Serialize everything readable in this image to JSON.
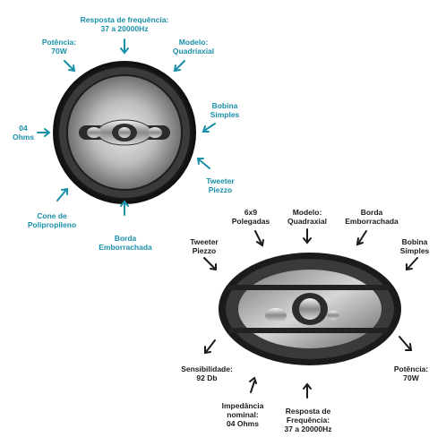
{
  "round_speaker": {
    "labels": {
      "freq_line1": "Resposta de frequência:",
      "freq_line2": "37 a 20000Hz",
      "power_line1": "Potência:",
      "power_line2": "70W",
      "model_line1": "Modelo:",
      "model_line2": "Quadriaxial",
      "coil_line1": "Bobina",
      "coil_line2": "Simples",
      "ohms_line1": "04",
      "ohms_line2": "Ohms",
      "tweeter_line1": "Tweeter",
      "tweeter_line2": "Piezzo",
      "cone_line1": "Cone de",
      "cone_line2": "Polipropileno",
      "edge_line1": "Borda",
      "edge_line2": "Emborrachada"
    }
  },
  "oval_speaker": {
    "labels": {
      "size_line1": "6x9",
      "size_line2": "Polegadas",
      "model_line1": "Modelo:",
      "model_line2": "Quadraxial",
      "edge_line1": "Borda",
      "edge_line2": "Emborrachada",
      "tweeter_line1": "Tweeter",
      "tweeter_line2": "Piezzo",
      "coil_line1": "Bobina",
      "coil_line2": "Simples",
      "sens_line1": "Sensibilidade:",
      "sens_line2": "92 Db",
      "power_line1": "Potência:",
      "power_line2": "70W",
      "imp_line1": "Impedância",
      "imp_line2": "nominal:",
      "imp_line3": "04 Ohms",
      "freq_line1": "Resposta de",
      "freq_line2": "Frequência:",
      "freq_line3": "37 a 20000Hz"
    }
  },
  "colors": {
    "round_label": "#1a8fa8",
    "oval_label": "#1b1b1b"
  }
}
